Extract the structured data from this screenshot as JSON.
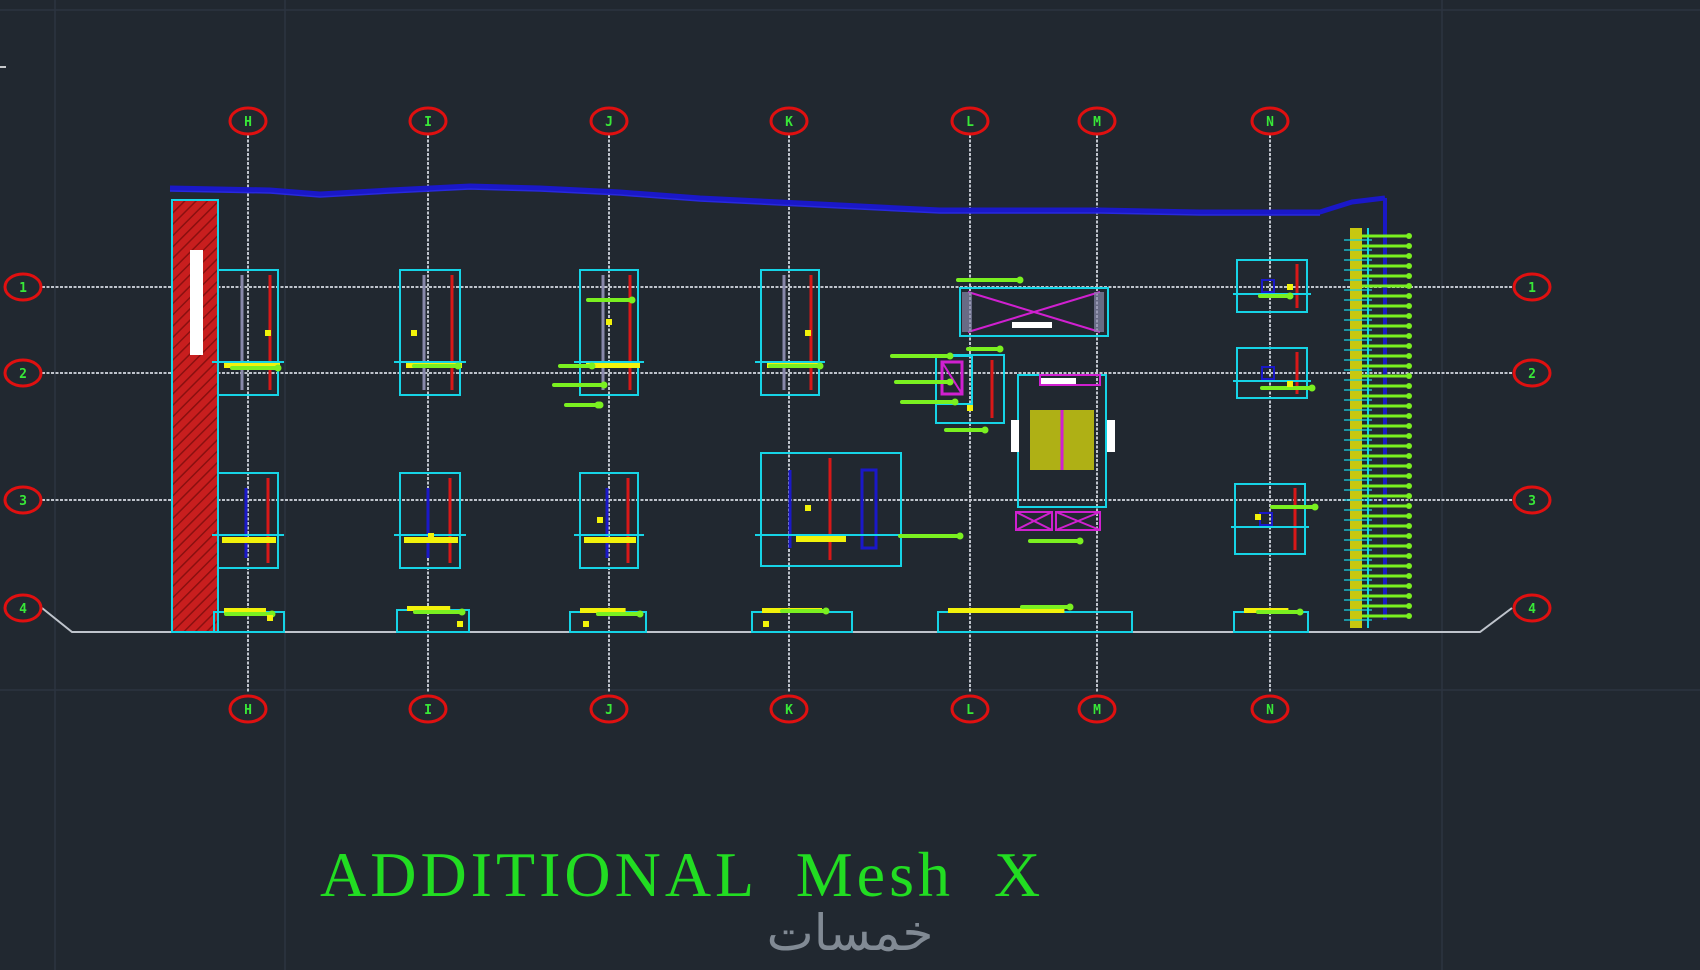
{
  "drawing": {
    "title": "ADDITIONAL  Mesh  X",
    "watermark": "خمسات",
    "colors": {
      "background": "#212830",
      "grid": "#2c3440",
      "axis": "#bfc4cc",
      "bubble": "#e01010",
      "bubble_text": "#38e838",
      "title": "#22dd22",
      "cyan": "#16d4e6",
      "red": "#d81818",
      "yellow": "#f2f20a",
      "green": "#7af020",
      "blue": "#1a18c8",
      "magenta": "#d020d0",
      "wall": "#c81e1e",
      "white": "#ffffff",
      "watermark": "#9aa3ad"
    }
  },
  "grid_columns": [
    "H",
    "I",
    "J",
    "K",
    "L",
    "M",
    "N"
  ],
  "grid_rows": [
    "1",
    "2",
    "3",
    "4"
  ]
}
